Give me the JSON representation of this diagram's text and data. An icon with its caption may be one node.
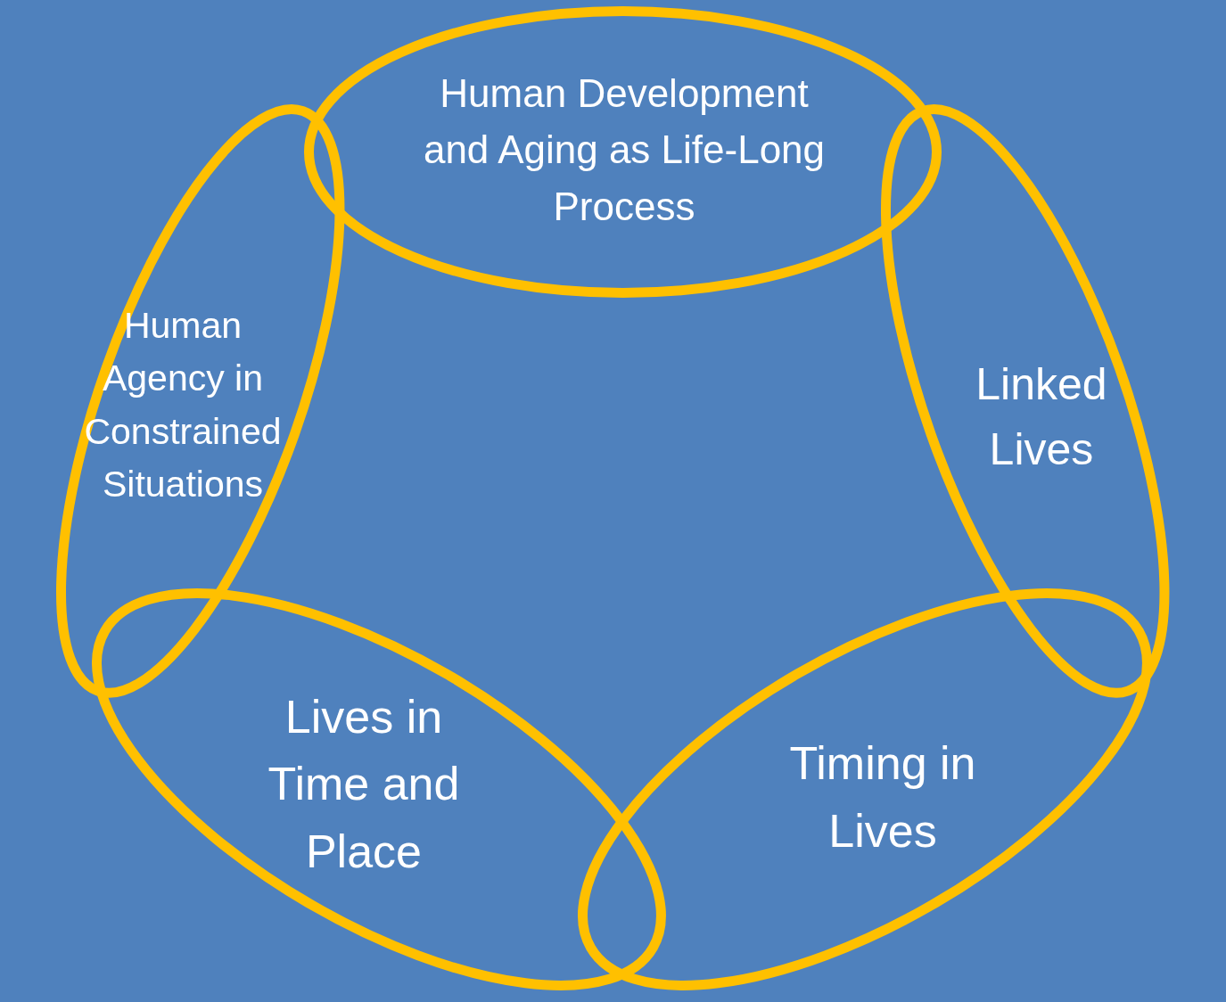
{
  "diagram": {
    "nodes": [
      {
        "text": [
          "Human Development and Aging as Life-Long Process"
        ]
      },
      {
        "text": [
          "Human Agency in Constrained Situations"
        ]
      },
      {
        "text": [
          "Linked Lives"
        ]
      },
      {
        "text": [
          "Lives in Time and Place"
        ]
      },
      {
        "text": [
          "Timing in Lives"
        ]
      }
    ]
  }
}
